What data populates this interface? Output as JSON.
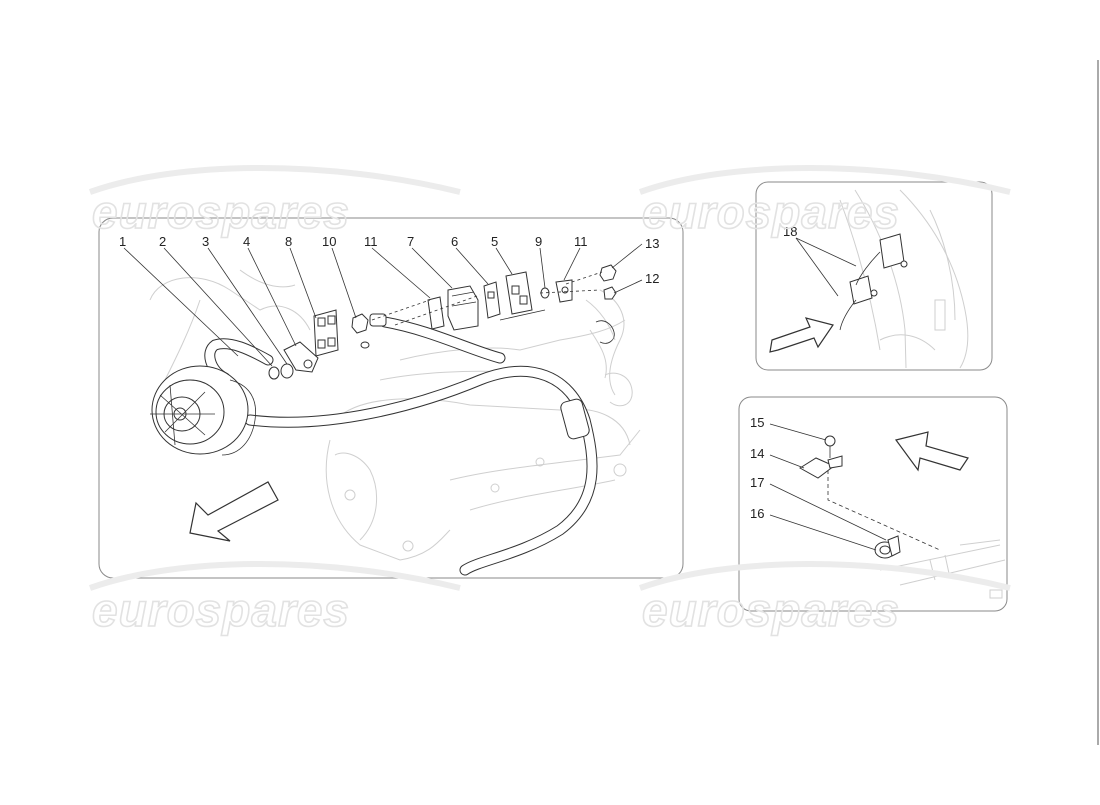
{
  "watermark": {
    "text": "eurospares"
  },
  "main_panel": {
    "callouts": [
      {
        "id": "c-1",
        "label": "1"
      },
      {
        "id": "c-2",
        "label": "2"
      },
      {
        "id": "c-3",
        "label": "3"
      },
      {
        "id": "c-4",
        "label": "4"
      },
      {
        "id": "c-8",
        "label": "8"
      },
      {
        "id": "c-10",
        "label": "10"
      },
      {
        "id": "c-11a",
        "label": "11"
      },
      {
        "id": "c-7",
        "label": "7"
      },
      {
        "id": "c-6",
        "label": "6"
      },
      {
        "id": "c-5",
        "label": "5"
      },
      {
        "id": "c-9",
        "label": "9"
      },
      {
        "id": "c-11b",
        "label": "11"
      },
      {
        "id": "c-13",
        "label": "13"
      },
      {
        "id": "c-12",
        "label": "12"
      }
    ]
  },
  "top_right_panel": {
    "callouts": [
      {
        "id": "c-18",
        "label": "18"
      }
    ]
  },
  "bottom_right_panel": {
    "callouts": [
      {
        "id": "c-15",
        "label": "15"
      },
      {
        "id": "c-14",
        "label": "14"
      },
      {
        "id": "c-17",
        "label": "17"
      },
      {
        "id": "c-16",
        "label": "16"
      }
    ]
  }
}
